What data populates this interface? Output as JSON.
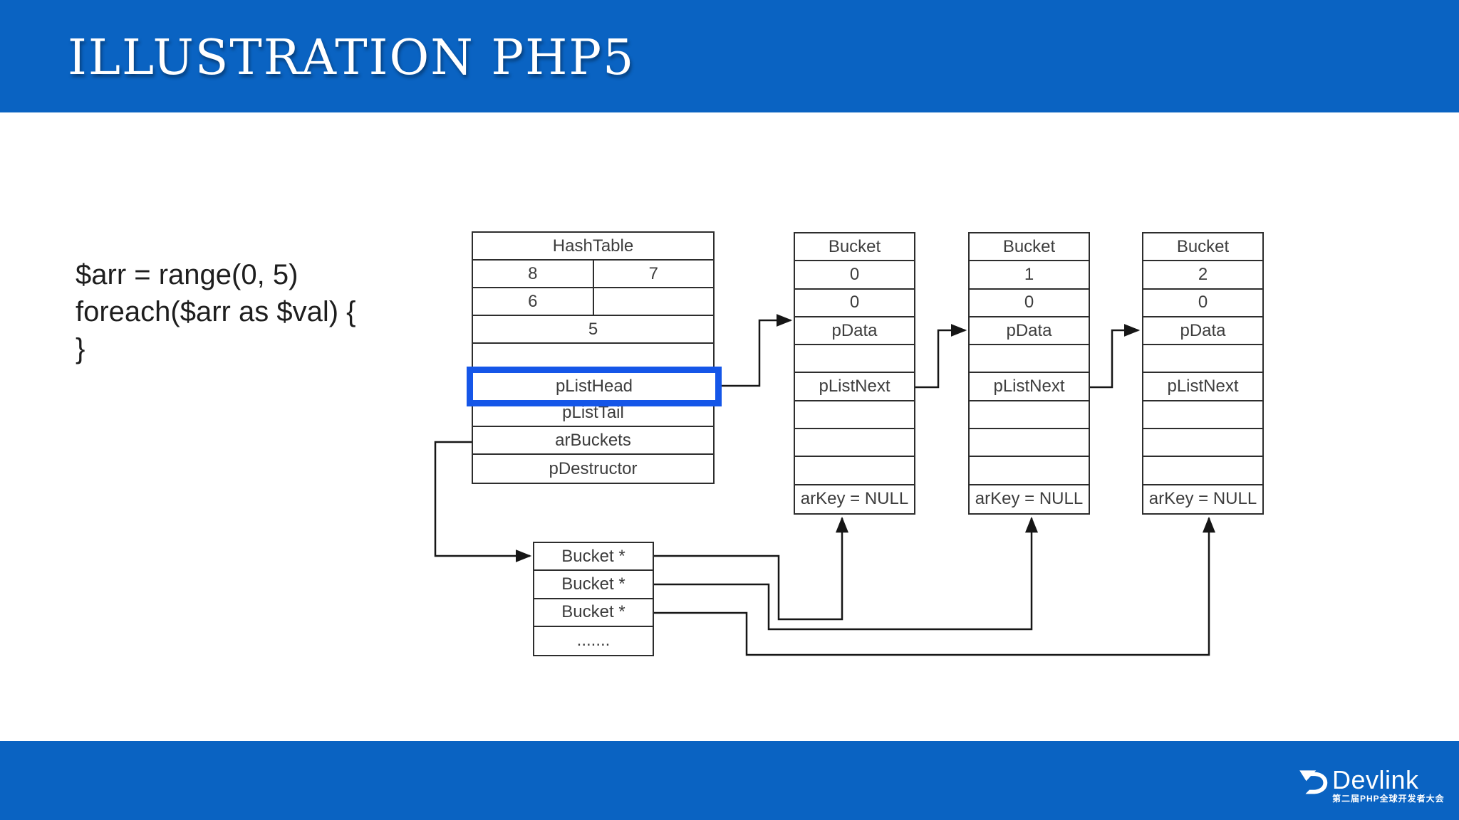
{
  "header": {
    "title": "ILLUSTRATION PHP5"
  },
  "code": {
    "lines": [
      "$arr = range(0, 5)",
      "foreach($arr as $val) {",
      "}"
    ]
  },
  "diagram": {
    "hashtable": {
      "rows": [
        {
          "cells": [
            "HashTable"
          ]
        },
        {
          "cells": [
            "8",
            "7"
          ]
        },
        {
          "cells": [
            "6",
            ""
          ]
        },
        {
          "cells": [
            "5"
          ]
        },
        {
          "cells": [
            ""
          ]
        },
        {
          "cells": [
            "pListHead"
          ],
          "highlight": true
        },
        {
          "cells": [
            "pListTail"
          ]
        },
        {
          "cells": [
            "arBuckets"
          ]
        },
        {
          "cells": [
            "pDestructor"
          ]
        }
      ]
    },
    "buckets": [
      {
        "rows": [
          "Bucket",
          "0",
          "0",
          "pData",
          "",
          "pListNext",
          "",
          "",
          "",
          "arKey = NULL"
        ]
      },
      {
        "rows": [
          "Bucket",
          "1",
          "0",
          "pData",
          "",
          "pListNext",
          "",
          "",
          "",
          "arKey = NULL"
        ]
      },
      {
        "rows": [
          "Bucket",
          "2",
          "0",
          "pData",
          "",
          "pListNext",
          "",
          "",
          "",
          "arKey = NULL"
        ]
      }
    ],
    "bucket_array": {
      "rows": [
        "Bucket *",
        "Bucket *",
        "Bucket *",
        "......."
      ]
    }
  },
  "footer": {
    "brand": "Devlink",
    "tagline": "第二届PHP全球开发者大会"
  },
  "colors": {
    "band_blue": "#0A63C2",
    "highlight_blue": "#1556E8",
    "line_color": "#161616"
  }
}
